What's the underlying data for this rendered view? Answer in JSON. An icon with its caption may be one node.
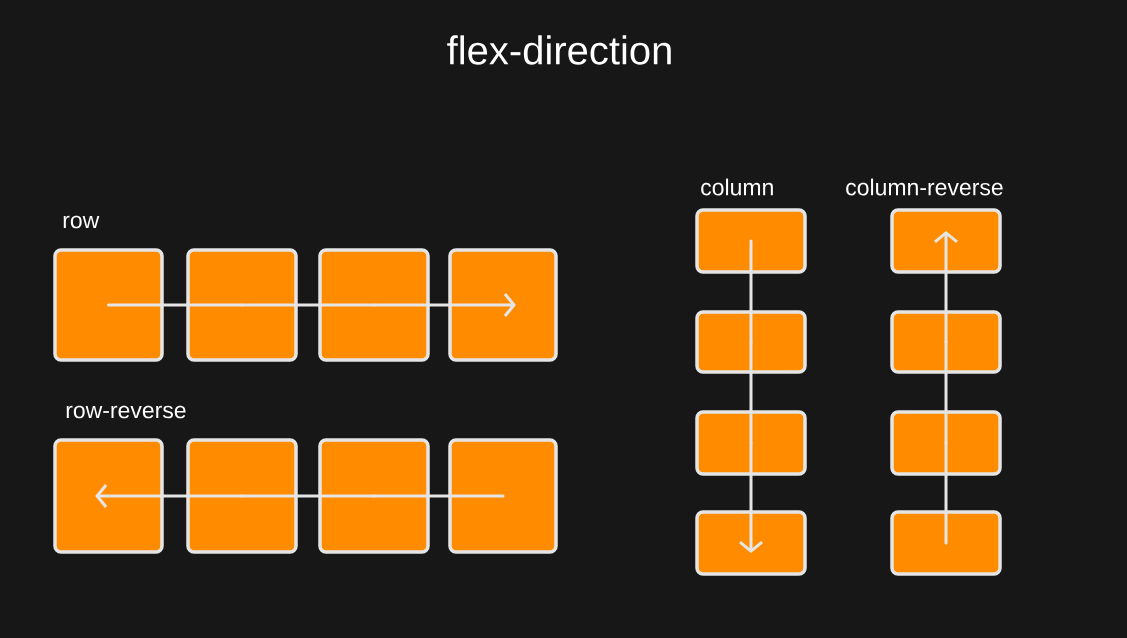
{
  "diagram": {
    "title": "flex-direction",
    "nodes": [
      {
        "text": [],
        "shape": "box"
      },
      {
        "text": [],
        "shape": "box"
      },
      {
        "text": [],
        "shape": "box"
      },
      {
        "text": [],
        "shape": "box"
      },
      {
        "text": [],
        "shape": "box"
      },
      {
        "text": [],
        "shape": "box"
      },
      {
        "text": [],
        "shape": "box"
      },
      {
        "text": [],
        "shape": "box"
      },
      {
        "text": [],
        "shape": "box"
      },
      {
        "text": [],
        "shape": "box"
      },
      {
        "text": [],
        "shape": "box"
      },
      {
        "text": [],
        "shape": "box"
      },
      {
        "text": [],
        "shape": "box"
      },
      {
        "text": [],
        "shape": "box"
      },
      {
        "text": [],
        "shape": "box"
      },
      {
        "text": [],
        "shape": "box"
      }
    ],
    "edges": [
      {
        "from": 0,
        "to": 1,
        "arrow": "none"
      },
      {
        "from": 1,
        "to": 2,
        "arrow": "none"
      },
      {
        "from": 2,
        "to": 3,
        "arrow": "to"
      },
      {
        "from": 7,
        "to": 6,
        "arrow": "none"
      },
      {
        "from": 6,
        "to": 5,
        "arrow": "none"
      },
      {
        "from": 5,
        "to": 4,
        "arrow": "to"
      },
      {
        "from": 8,
        "to": 9,
        "arrow": "none"
      },
      {
        "from": 9,
        "to": 10,
        "arrow": "none"
      },
      {
        "from": 10,
        "to": 11,
        "arrow": "to"
      },
      {
        "from": 15,
        "to": 14,
        "arrow": "none"
      },
      {
        "from": 14,
        "to": 13,
        "arrow": "none"
      },
      {
        "from": 13,
        "to": 12,
        "arrow": "to"
      }
    ],
    "labels": [
      "row",
      "row-reverse",
      "column",
      "column-reverse"
    ]
  }
}
